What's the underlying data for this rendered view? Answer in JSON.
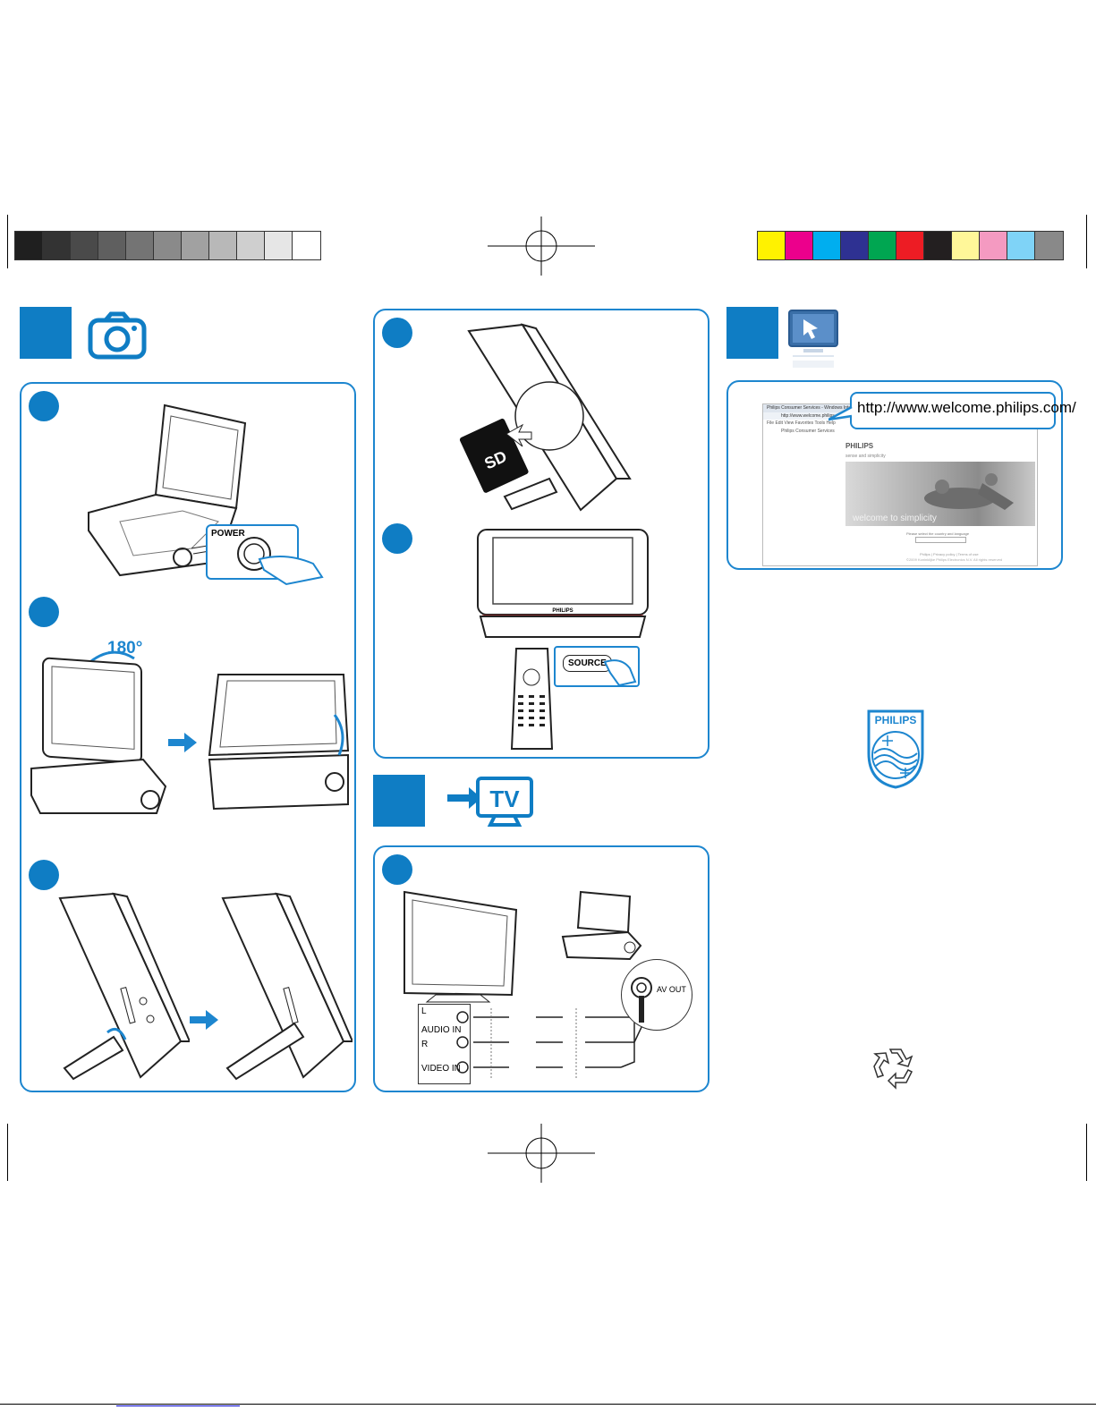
{
  "colors": {
    "accent": "#0f7dc4",
    "panel_border": "#1d86cf",
    "grey_swatches": [
      "#1f1f1f",
      "#333333",
      "#4a4a4a",
      "#5f5f5f",
      "#747474",
      "#8a8a8a",
      "#a1a1a1",
      "#b8b8b8",
      "#cfcfcf",
      "#e6e6e6",
      "#ffffff"
    ],
    "color_swatches": [
      "#fff200",
      "#ec008c",
      "#00aeef",
      "#2e3192",
      "#00a651",
      "#ed1c24",
      "#231f20",
      "#fff799",
      "#f49ac1",
      "#7fd3f7",
      "#898989"
    ]
  },
  "icons": {
    "camera": "camera-icon",
    "monitor": "monitor-cursor-icon",
    "tv": "tv-icon",
    "recycle": "recycle-icon",
    "philips_shield": "philips-shield-logo"
  },
  "step1": {
    "power_label": "POWER",
    "rotate_label": "180°"
  },
  "step2": {
    "card_label": "SD",
    "brand_on_player": "PHILIPS",
    "source_label": "SOURCE"
  },
  "tv_section": {
    "tv_label": "TV",
    "av_out_label": "AV OUT",
    "audio_l": "L",
    "audio_in": "AUDIO IN",
    "audio_r": "R",
    "video_in": "VIDEO IN"
  },
  "web_section": {
    "url": "http://www.welcome.philips.com/",
    "browser_title": "Philips Consumer Services - Windows Internet Explorer",
    "browser_address": "http://www.welcome.philips.com",
    "browser_menu": "File  Edit  View  Favorites  Tools  Help",
    "browser_tab": "Philips Consumer Services",
    "site_brand": "PHILIPS",
    "site_subline": "sense and simplicity",
    "hero_text": "welcome to simplicity",
    "prompt_text": "Please select the country and language",
    "footer_links": "Philips | Privacy policy | Terms of use",
    "footer_copyright": "©2009 Koninklijke Philips Electronics N.V. All rights reserved"
  },
  "brand": {
    "logo_text": "PHILIPS"
  }
}
